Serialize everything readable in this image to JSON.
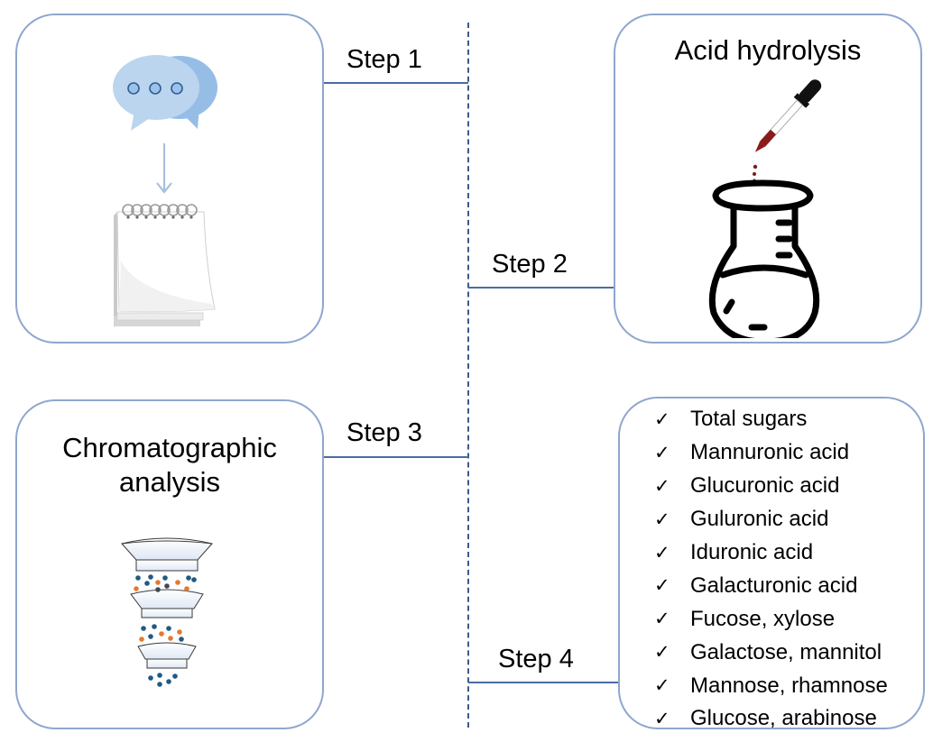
{
  "steps": [
    {
      "label": "Step 1"
    },
    {
      "label": "Step 2"
    },
    {
      "label": "Step 3"
    },
    {
      "label": "Step 4"
    }
  ],
  "boxes": {
    "step1": {
      "icons": [
        "chat-bubbles-icon",
        "arrow-down-icon",
        "notepad-icon"
      ]
    },
    "step2": {
      "title": "Acid hydrolysis",
      "icons": [
        "dropper-icon",
        "flask-icon"
      ]
    },
    "step3": {
      "title_line1": "Chromatographic",
      "title_line2": "analysis",
      "icons": [
        "chromatography-columns-icon"
      ]
    },
    "step4": {
      "check_glyph": "✓",
      "items": [
        "Total sugars",
        "Mannuronic acid",
        "Glucuronic acid",
        "Guluronic acid",
        "Iduronic acid",
        "Galacturonic acid",
        "Fucose, xylose",
        "Galactose, mannitol",
        "Mannose, rhamnose",
        "Glucose, arabinose"
      ]
    }
  },
  "colors": {
    "box_border": "#8fa6cf",
    "connector": "#4a6ca3",
    "divider": "#3d5a8c",
    "bubble_front": "#bcd5ee",
    "bubble_back": "#96bde6",
    "dropper_liquid": "#8b1a1a",
    "particle_blue": "#1f5a85",
    "particle_orange": "#e8772e",
    "particle_gray": "#3f4a55"
  }
}
